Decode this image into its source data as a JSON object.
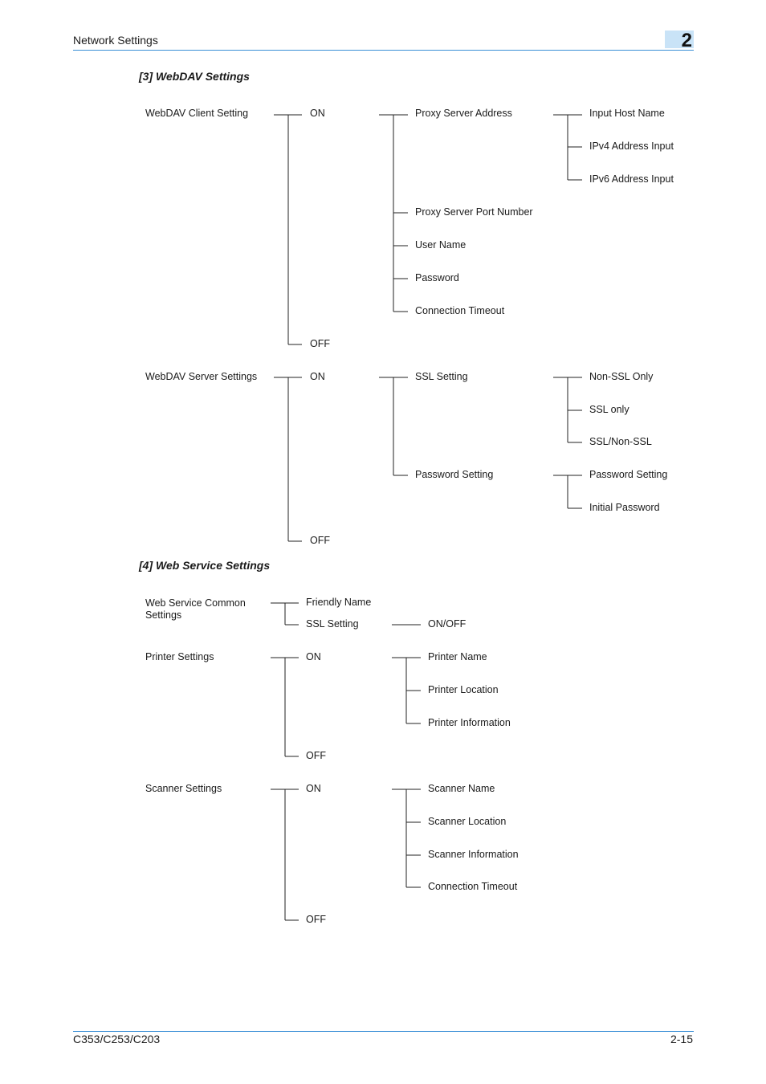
{
  "header": {
    "title": "Network Settings",
    "chapter": "2"
  },
  "sections": {
    "webdav": {
      "heading": "[3] WebDAV Settings",
      "client": {
        "label": "WebDAV Client Setting",
        "on": "ON",
        "off": "OFF",
        "proxy_server_address": "Proxy Server Address",
        "input_host_name": "Input Host Name",
        "ipv4_address_input": "IPv4 Address Input",
        "ipv6_address_input": "IPv6 Address Input",
        "proxy_server_port_number": "Proxy Server Port Number",
        "user_name": "User Name",
        "password": "Password",
        "connection_timeout": "Connection Timeout"
      },
      "server": {
        "label": "WebDAV Server Settings",
        "on": "ON",
        "off": "OFF",
        "ssl_setting": "SSL Setting",
        "non_ssl_only": "Non-SSL Only",
        "ssl_only": "SSL only",
        "ssl_non_ssl": "SSL/Non-SSL",
        "password_setting": "Password Setting",
        "password_setting_sub": "Password Setting",
        "initial_password": "Initial Password"
      }
    },
    "web_service": {
      "heading": "[4] Web Service Settings",
      "common": {
        "label_line1": "Web Service Common",
        "label_line2": "Settings",
        "friendly_name": "Friendly Name",
        "ssl_setting": "SSL Setting",
        "on_off": "ON/OFF"
      },
      "printer": {
        "label": "Printer Settings",
        "on": "ON",
        "off": "OFF",
        "printer_name": "Printer Name",
        "printer_location": "Printer Location",
        "printer_information": "Printer Information"
      },
      "scanner": {
        "label": "Scanner Settings",
        "on": "ON",
        "off": "OFF",
        "scanner_name": "Scanner Name",
        "scanner_location": "Scanner Location",
        "scanner_information": "Scanner Information",
        "connection_timeout": "Connection Timeout"
      }
    }
  },
  "footer": {
    "model": "C353/C253/C203",
    "page": "2-15"
  },
  "colors": {
    "rule": "#3a8fd6",
    "chapter_box": "#c9e3f7"
  }
}
